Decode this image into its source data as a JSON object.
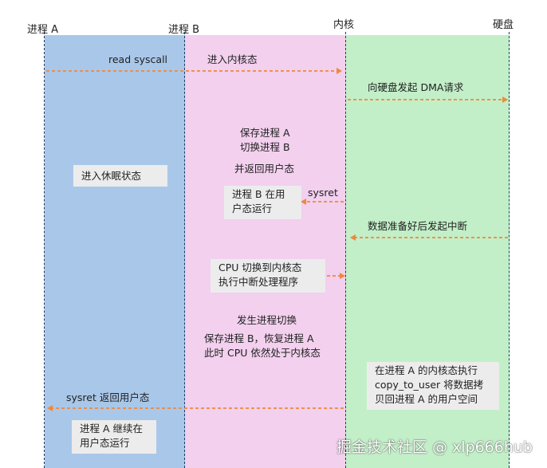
{
  "headers": {
    "process_a": "进程 A",
    "process_b": "进程 B",
    "kernel": "内核",
    "disk": "硬盘"
  },
  "steps": {
    "read_syscall": "read  syscall",
    "enter_kernel": "进入内核态",
    "dma_request": "向硬盘发起 DMA请求",
    "save_a": "保存进程 A",
    "switch_b": "切换进程 B",
    "return_user": "并返回用户态",
    "sleep": "进入休眠状态",
    "sysret": "sysret",
    "b_user_1": "进程 B 在用",
    "b_user_2": "户态运行",
    "data_ready_irq": "数据准备好后发起中断",
    "cpu_kernel_1": "CPU 切换到内核态",
    "cpu_kernel_2": "执行中断处理程序",
    "ctx_switch": "发生进程切换",
    "save_b_restore_a": "保存进程 B，恢复进程 A",
    "cpu_still_kernel": "此时 CPU 依然处于内核态",
    "copy_1": "在进程 A 的内核态执行",
    "copy_2": "copy_to_user 将数据拷",
    "copy_3": "贝回进程 A 的用户空间",
    "sysret_return": "sysret 返回用户态",
    "a_continue_1": "进程 A 继续在",
    "a_continue_2": "用户态运行"
  },
  "watermark": "掘金技术社区 @ xlp666hub",
  "colors": {
    "process_a_lane": "#a9c8e9",
    "process_b_lane": "#f2d0ee",
    "kernel_lane": "#c3efc8",
    "arrow": "#f0883a",
    "divider": "#223a63"
  }
}
